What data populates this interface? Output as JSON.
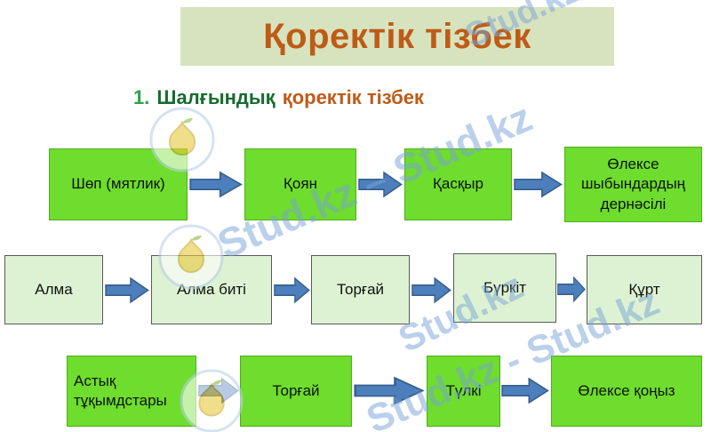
{
  "slide": {
    "title": "Қоректік тізбек",
    "subtitle_number": "1.",
    "subtitle_green": "Шалғындық",
    "subtitle_brown": "қоректік тізбек"
  },
  "chains": {
    "row1": {
      "items": [
        "Шөп (мятлик)",
        "Қоян",
        "Қасқыр",
        "Өлексе шыбындардың дернәсілі"
      ]
    },
    "row2": {
      "items": [
        "Алма",
        "Алма биті",
        "Торғай",
        "Бүркіт",
        "Құрт"
      ]
    },
    "row3": {
      "items": [
        "Астық тұқымдстары",
        "Торғай",
        "Түлкі",
        "Өлексе қоңыз"
      ]
    }
  },
  "watermark": {
    "text": "Stud.kz",
    "text_dash": "Stud.kz – Stud.kz",
    "text_double": "Stud.kz - Stud.kz"
  },
  "colors": {
    "title_text": "#BE5B17",
    "title_bg": "#D7E3BE",
    "bright_box": "#6EDD2D",
    "pale_box": "#DDF2D2",
    "arrow_fill": "#4C7FBC",
    "arrow_stroke": "#365E8D",
    "subtitle_number_green": "#2FA14B",
    "subtitle_dark_green": "#176B2F",
    "watermark_blue": "#78A2D6"
  }
}
